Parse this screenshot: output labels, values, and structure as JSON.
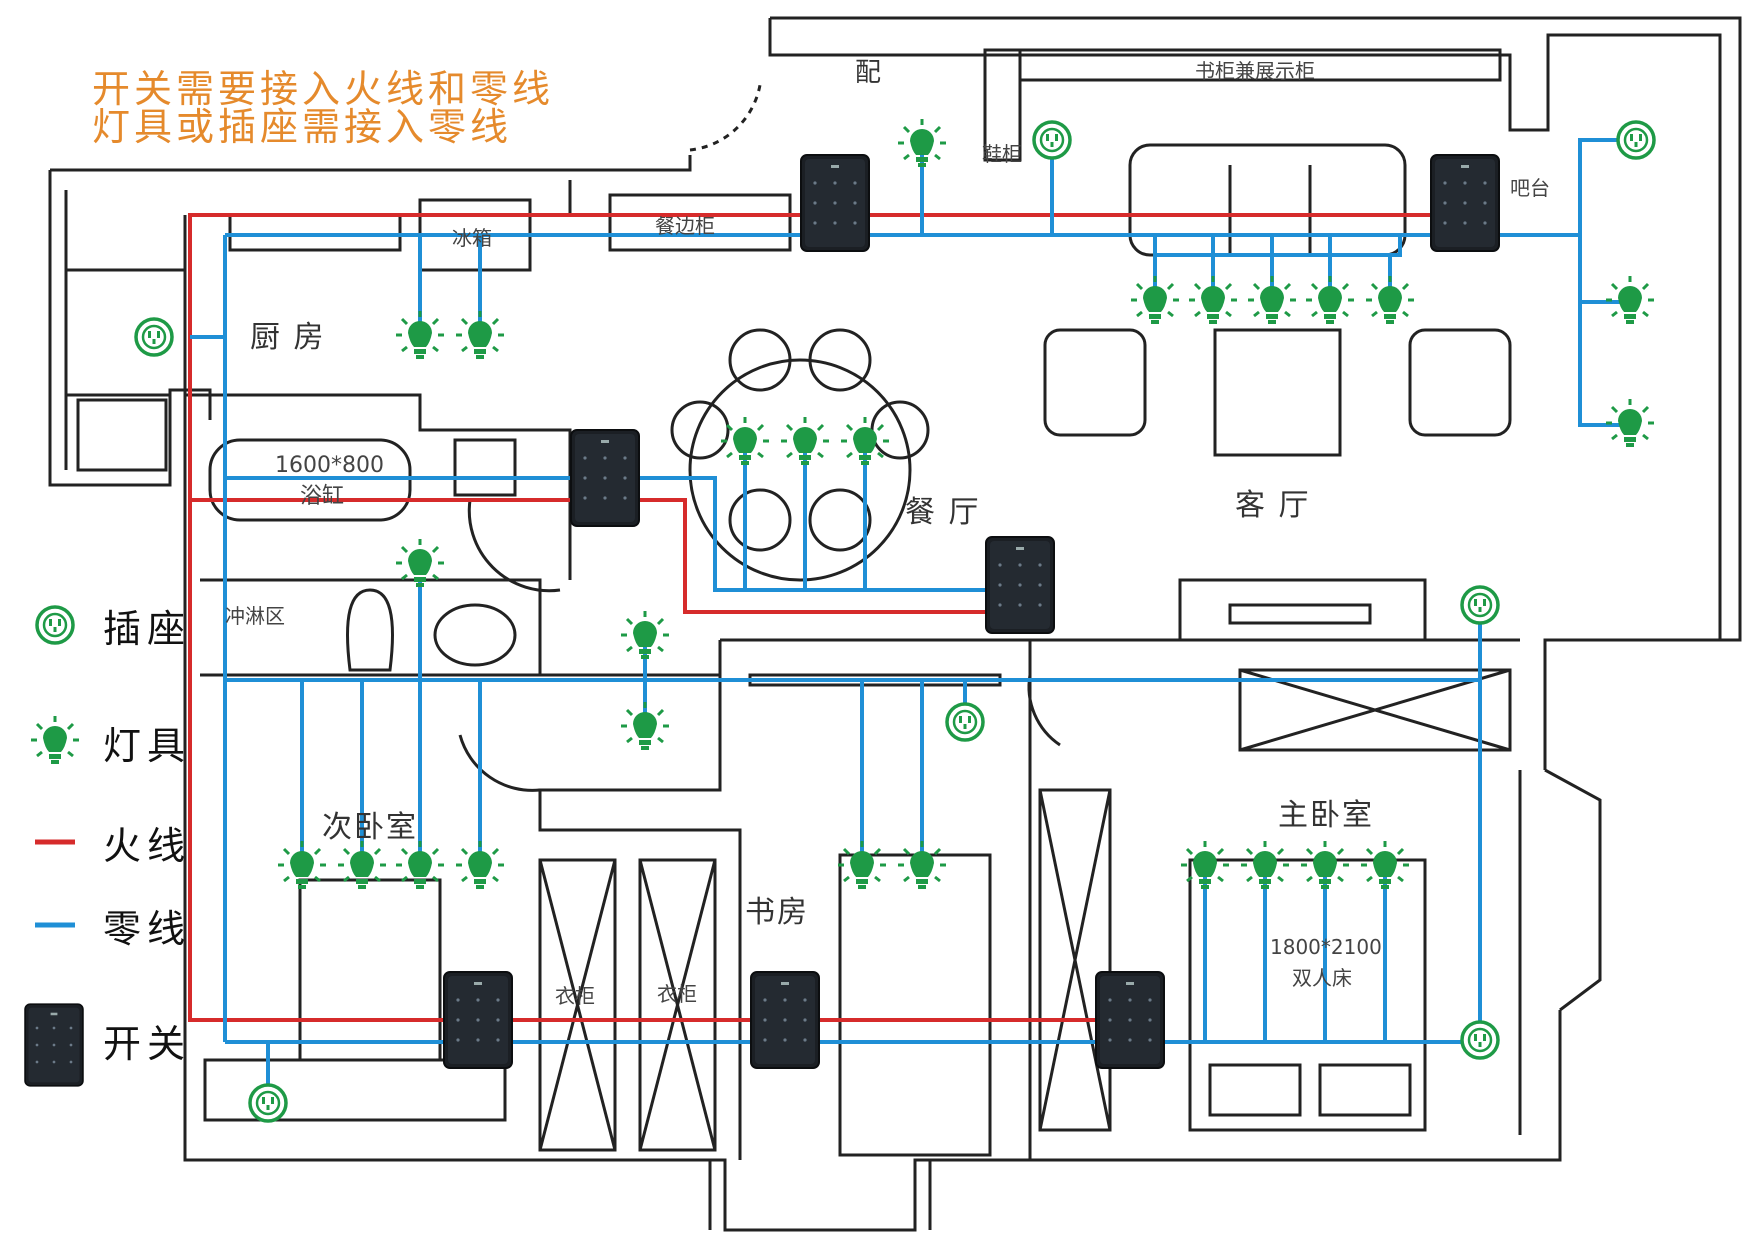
{
  "notes": {
    "line1": "开关需要接入火线和零线",
    "line2": "灯具或插座需接入零线"
  },
  "legend": {
    "socket": "插座",
    "light": "灯具",
    "live": "火线",
    "neutral": "零线",
    "switch": "开关"
  },
  "rooms": {
    "pei": "配",
    "bookcase": "书柜兼展示柜",
    "shoe": "鞋柜",
    "bar": "吧台",
    "sideboard": "餐边柜",
    "fridge": "冰箱",
    "kitchen": "厨 房",
    "dining": "餐 厅",
    "living": "客 厅",
    "tub_size": "1600*800",
    "tub": "浴缸",
    "shower": "冲淋区",
    "second_bedroom": "次卧室",
    "study": "书房",
    "wardrobe1": "衣柜",
    "wardrobe2": "衣柜",
    "master_bedroom": "主卧室",
    "bed_size": "1800*2100",
    "double_bed": "双人床"
  },
  "colors": {
    "live": "#d62b2b",
    "neutral": "#1f8fd6",
    "device": "#1e9a46",
    "wall": "#222222",
    "note": "#e58a2c"
  }
}
